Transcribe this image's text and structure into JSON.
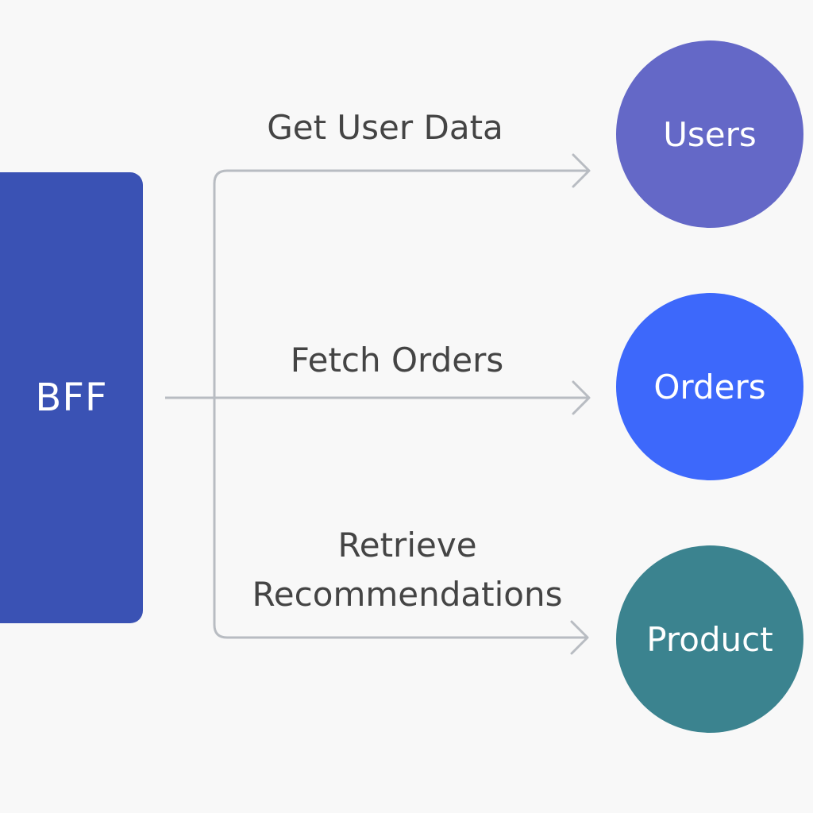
{
  "colors": {
    "background": "#f8f8f8",
    "bff": "#3a52b4",
    "connector": "#b8bcc2",
    "label_text": "#444444",
    "users": "#6468c7",
    "orders": "#3d68fb",
    "product": "#3b838f"
  },
  "source": {
    "label": "BFF"
  },
  "edges": [
    {
      "label": "Get User Data"
    },
    {
      "label": "Fetch Orders"
    },
    {
      "label_line1": "Retrieve",
      "label_line2": "Recommendations"
    }
  ],
  "targets": [
    {
      "label": "Users"
    },
    {
      "label": "Orders"
    },
    {
      "label": "Product"
    }
  ]
}
